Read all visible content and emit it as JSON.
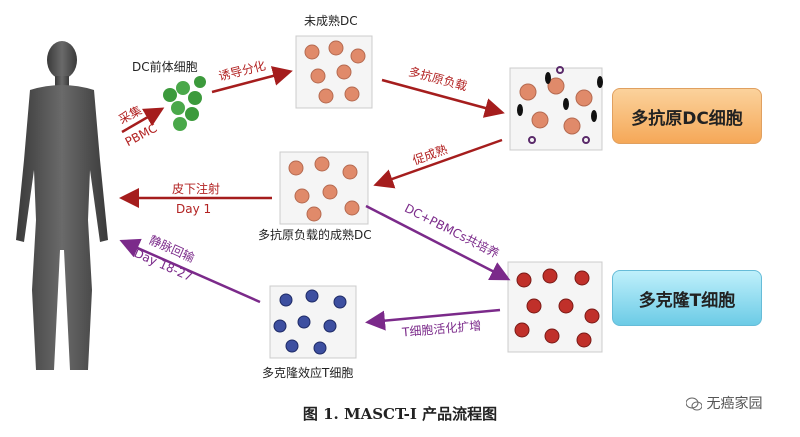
{
  "labels": {
    "dc_precursor": "DC前体细胞",
    "immature_dc": "未成熟DC",
    "mature_dc": "多抗原负载的成熟DC",
    "effector_t": "多克隆效应T细胞"
  },
  "arrows": {
    "collect": "采集",
    "pbmc": "PBMC",
    "induce": "诱导分化",
    "load": "多抗原负载",
    "mature": "促成熟",
    "subq": "皮下注射",
    "day1": "Day 1",
    "coculture": "DC+PBMCs共培养",
    "activate": "T细胞活化扩增",
    "iv": "静脉回输",
    "day18": "Day 18-27"
  },
  "boxes": {
    "dc_box": "多抗原DC细胞",
    "t_box": "多克隆T细胞"
  },
  "caption": "图 1.  MASCT-I 产品流程图",
  "watermark": "无癌家园",
  "colors": {
    "red_arrow": "#a51d1d",
    "purple_arrow": "#7b2a8a",
    "dc_box_bg": "#f7b36b",
    "t_box_bg": "#7fd3ea"
  }
}
